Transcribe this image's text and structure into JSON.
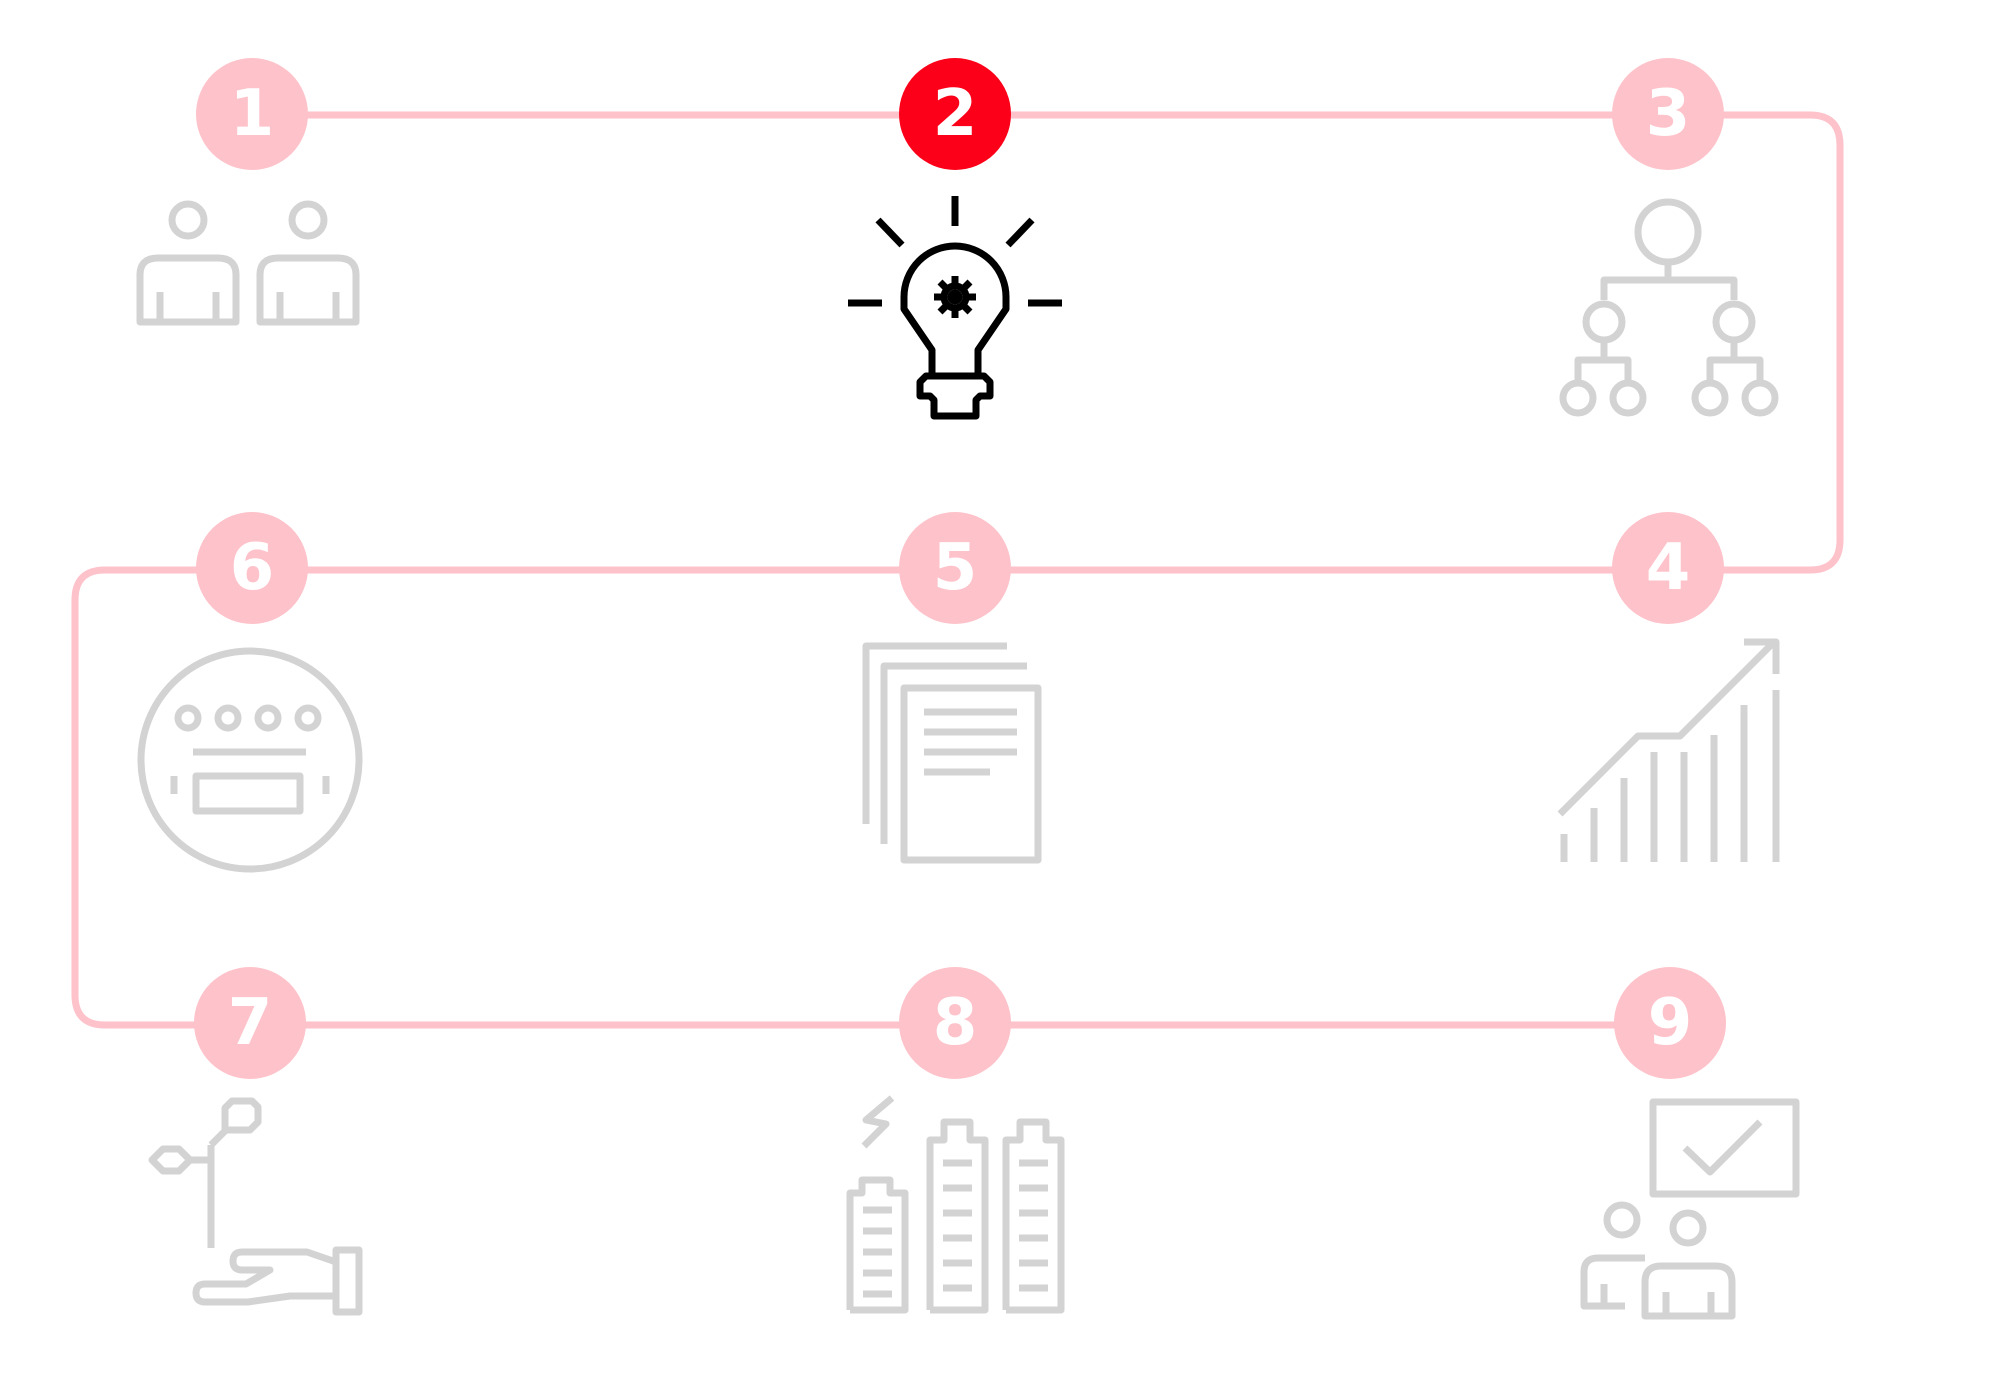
{
  "steps": [
    {
      "number": "1",
      "icon": "people-pair-icon",
      "active": false
    },
    {
      "number": "2",
      "icon": "lightbulb-gear-icon",
      "active": true
    },
    {
      "number": "3",
      "icon": "org-chart-icon",
      "active": false
    },
    {
      "number": "4",
      "icon": "growth-bar-chart-icon",
      "active": false
    },
    {
      "number": "5",
      "icon": "document-stack-icon",
      "active": false
    },
    {
      "number": "6",
      "icon": "meter-dial-icon",
      "active": false
    },
    {
      "number": "7",
      "icon": "hand-holding-plant-icon",
      "active": false
    },
    {
      "number": "8",
      "icon": "energy-batteries-icon",
      "active": false
    },
    {
      "number": "9",
      "icon": "presentation-audience-icon",
      "active": false
    }
  ],
  "colors": {
    "connector": "#fec2ca",
    "badge_inactive": "#fec2ca",
    "badge_active": "#fb0018",
    "icon_inactive": "#d3d3d3",
    "icon_active": "#000000"
  }
}
